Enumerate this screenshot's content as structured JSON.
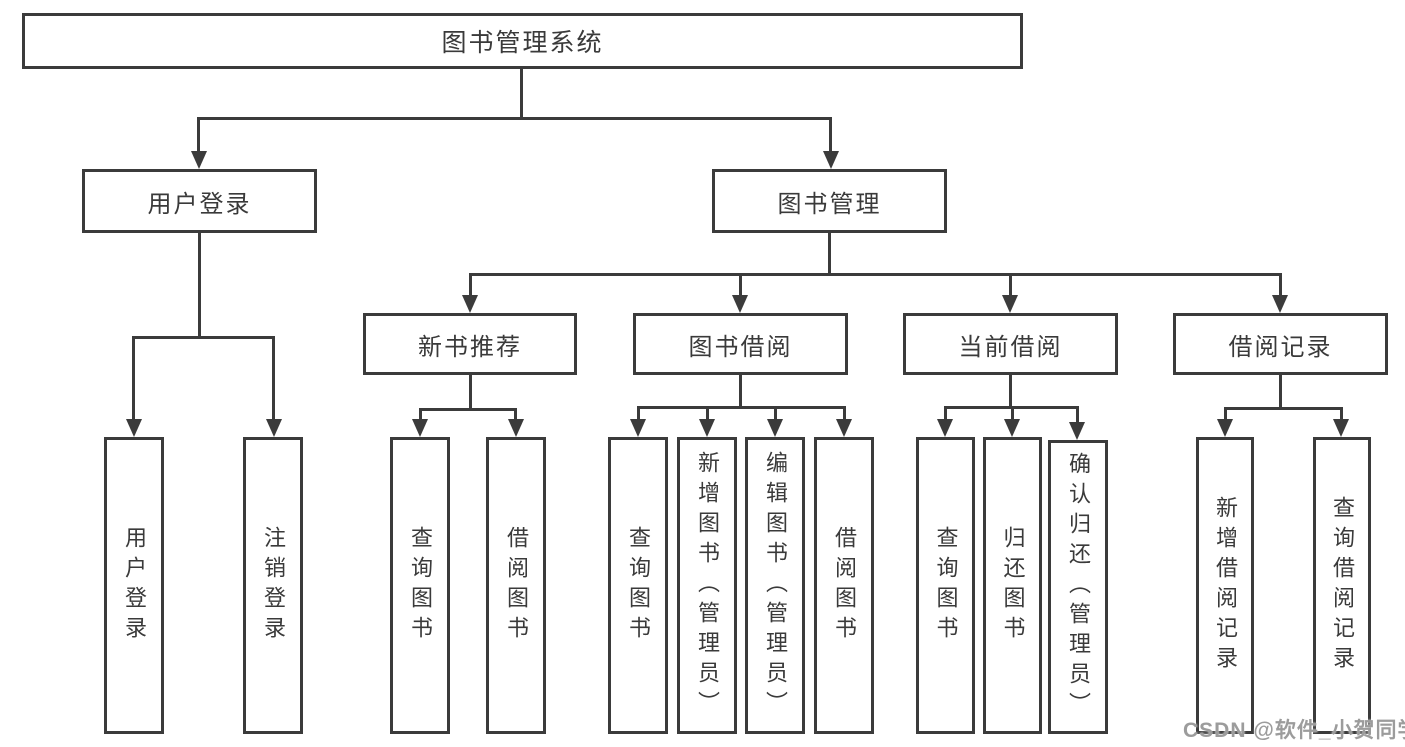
{
  "diagram": {
    "root": {
      "label": "图书管理系统"
    },
    "branches": {
      "user_login": {
        "label": "用户登录"
      },
      "book_mgmt": {
        "label": "图书管理"
      }
    },
    "modules": {
      "new_book": {
        "label": "新书推荐"
      },
      "book_borrow": {
        "label": "图书借阅"
      },
      "current_borrow": {
        "label": "当前借阅"
      },
      "borrow_record": {
        "label": "借阅记录"
      }
    },
    "leaves": {
      "user_login": [
        "用户登录",
        "注销登录"
      ],
      "new_book": [
        "查询图书",
        "借阅图书"
      ],
      "book_borrow": [
        "查询图书",
        "新增图书（管理员）",
        "编辑图书（管理员）",
        "借阅图书"
      ],
      "current_borrow": [
        "查询图书",
        "归还图书",
        "确认归还（管理员）"
      ],
      "borrow_record": [
        "新增借阅记录",
        "查询借阅记录"
      ]
    },
    "watermark": "CSDN @软件_小贺同学",
    "colors": {
      "line": "#3b3b3b",
      "text": "#3a3a3a",
      "background": "#ffffff",
      "watermark": "#9c9c9c"
    }
  }
}
